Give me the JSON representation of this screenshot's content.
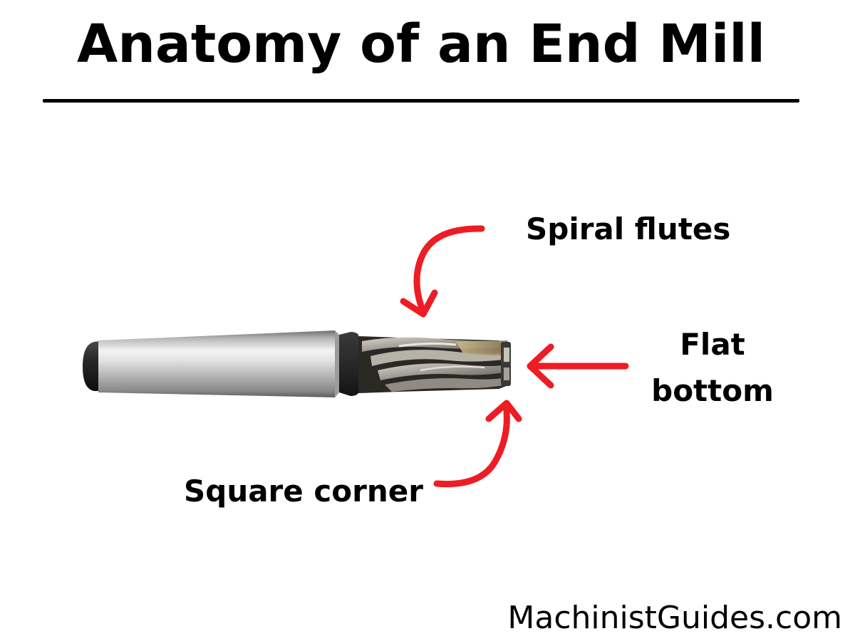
{
  "title": "Anatomy of an End Mill",
  "labels": {
    "spiral_flutes": "Spiral flutes",
    "flat_bottom": "Flat bottom",
    "square_corner": "Square corner"
  },
  "watermark": "MachinistGuides.com",
  "colors": {
    "arrow": "#ee1c24",
    "text": "#000000",
    "background": "#ffffff"
  },
  "image": {
    "subject": "end mill with tapered shank"
  }
}
